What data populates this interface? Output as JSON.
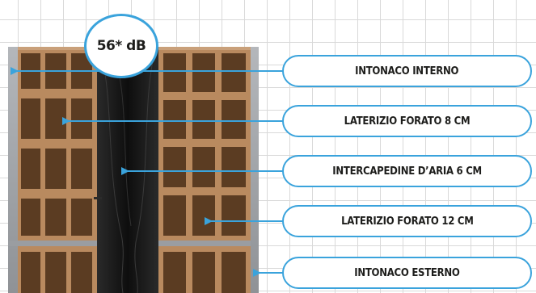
{
  "sound_reduction": {
    "value_label": "56* dB"
  },
  "layers": [
    {
      "label": "INTONACO INTERNO"
    },
    {
      "label": "LATERIZIO FORATO 8 CM"
    },
    {
      "label": "INTERCAPEDINE D’ARIA 6 CM"
    },
    {
      "label": "LATERIZIO FORATO 12 CM"
    },
    {
      "label": "INTONACO ESTERNO"
    }
  ],
  "colors": {
    "accent": "#3aa3dc",
    "brick": "#b98a5f",
    "plaster": "#9fa2a6",
    "air_gap": "#151515"
  }
}
